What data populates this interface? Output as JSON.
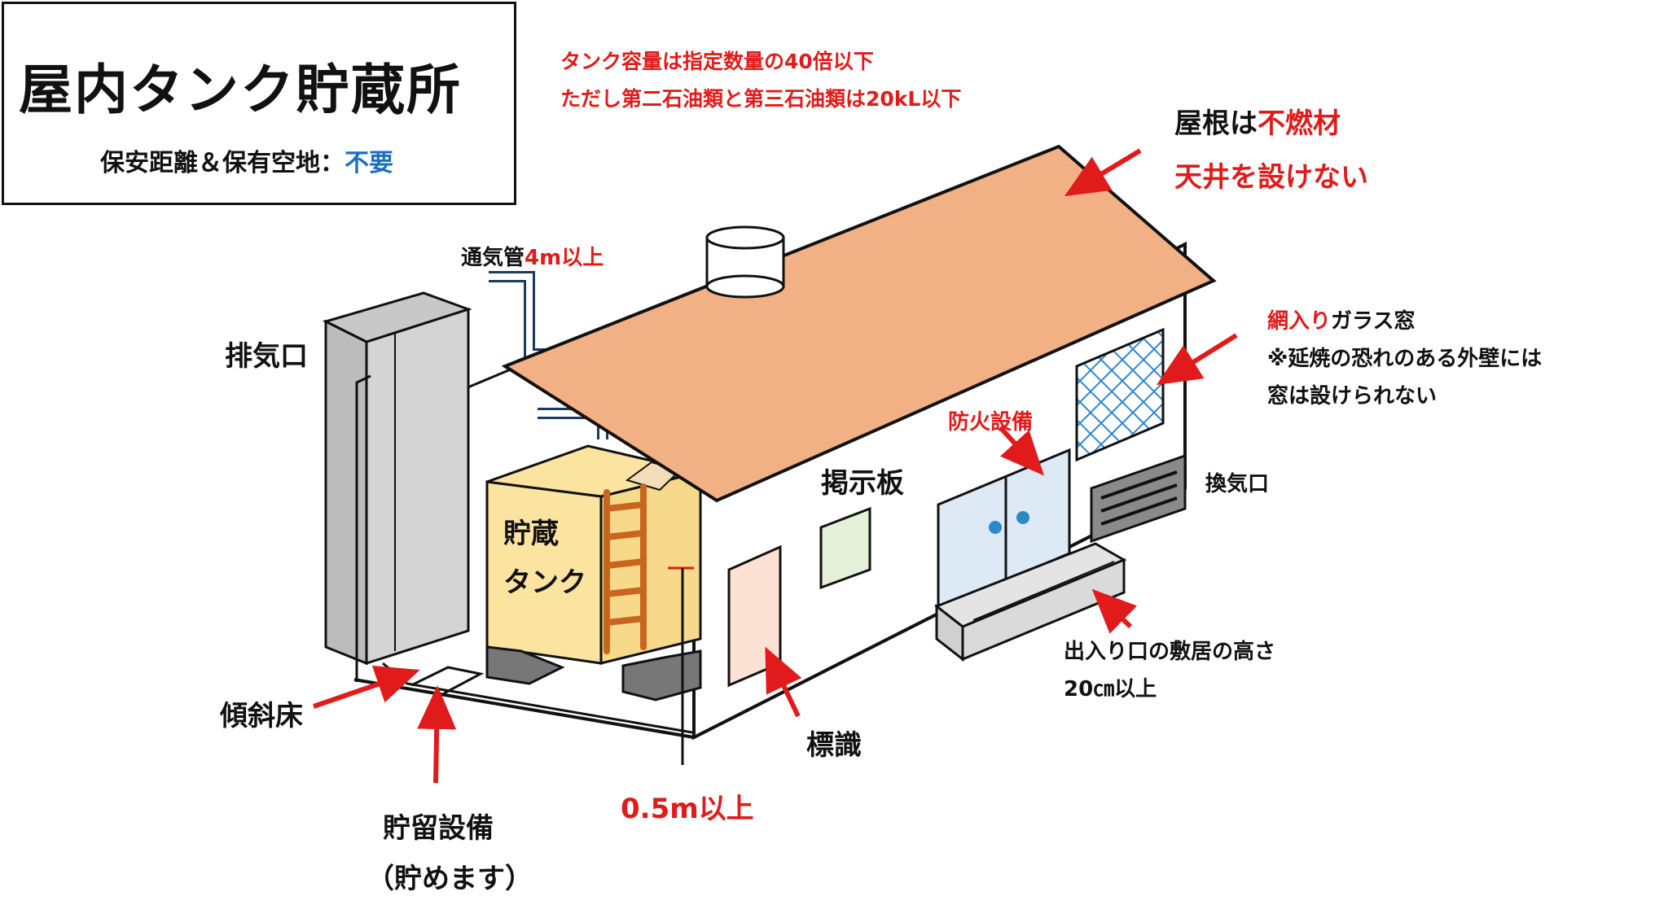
{
  "title_box": {
    "title": "屋内タンク貯蔵所",
    "subtitle_prefix": "保安距離＆保有空地：",
    "subtitle_value": "不要"
  },
  "notes": {
    "capacity_line1": "タンク容量は指定数量の40倍以下",
    "capacity_line2": "ただし第二石油類と第三石油類は20kL以下"
  },
  "labels": {
    "roof_prefix": "屋根は",
    "roof_material": "不燃材",
    "ceiling": "天井を設けない",
    "vent_pipe_prefix": "通気管",
    "vent_pipe_value": "4m以上",
    "exhaust": "排気口",
    "window_red": "網入り",
    "window_black": "ガラス窓",
    "window_note1": "※延焼の恐れのある外壁には",
    "window_note2": "窓は設けられない",
    "fire_equipment": "防火設備",
    "ventilation": "換気口",
    "notice_board": "掲示板",
    "tank_line1": "貯蔵",
    "tank_line2": "タンク",
    "threshold_line1": "出入り口の敷居の高さ",
    "threshold_line2": "20㎝以上",
    "sign": "標識",
    "sloped_floor": "傾斜床",
    "retention_line1": "貯留設備",
    "retention_line2": "（貯めます）",
    "clearance": "0.5m以上"
  },
  "colors": {
    "roof": "#f2b085",
    "tank": "#fbe3a0",
    "ladder": "#c8651e",
    "pipe": "#203a5c",
    "exhaust_stack": "#d4d4d4",
    "door": "#dde9f4",
    "notice_board": "#e4f0d8",
    "sign_board": "#fbe2d4",
    "window_grid": "#2f86c9",
    "arrow": "#e11b1b",
    "accent_blue": "#1a6fc0"
  }
}
